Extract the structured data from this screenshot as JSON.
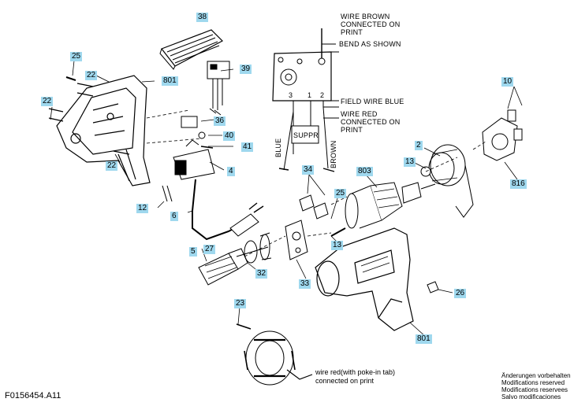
{
  "figure_id": "F0156454.A11",
  "callouts": {
    "c38": "38",
    "c39": "39",
    "c25a": "25",
    "c22a": "22",
    "c801a": "801",
    "c22b": "22",
    "c36": "36",
    "c40": "40",
    "c41": "41",
    "c22c": "22",
    "c4": "4",
    "c12": "12",
    "c6": "6",
    "c5": "5",
    "c27": "27",
    "c32": "32",
    "c34": "34",
    "c25b": "25",
    "c13a": "13",
    "c33": "33",
    "c803": "803",
    "c2": "2",
    "c13b": "13",
    "c10": "10",
    "c816": "816",
    "c26": "26",
    "c23": "23",
    "c801b": "801"
  },
  "wiring_notes": {
    "wire_brown": [
      "WIRE BROWN",
      "CONNECTED ON",
      "PRINT"
    ],
    "bend": "BEND AS SHOWN",
    "field_wire": "FIELD WIRE BLUE",
    "wire_red": [
      "WIRE RED",
      "CONNECTED ON",
      "PRINT"
    ],
    "suppr": "SUPPR",
    "blue": "BLUE",
    "brown": "BROWN",
    "term3": "3",
    "term1": "1",
    "term2": "2"
  },
  "stator_note": [
    "wire red(with poke-in tab)",
    "connected on print"
  ],
  "modifications": [
    "Änderungen vorbehalten",
    "Modifications reserved",
    "Modifications reservees",
    "Salvo modificaciones"
  ]
}
